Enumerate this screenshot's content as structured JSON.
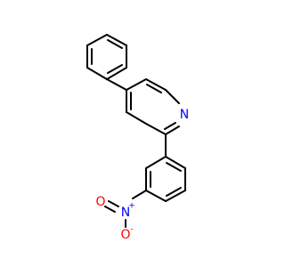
{
  "molecule": {
    "atoms": {
      "pyridine_nitrogen": "N",
      "nitro_nitrogen": "N",
      "nitro_oxygen_single": "O",
      "nitro_oxygen_double": "O",
      "positive_charge": "+",
      "negative_charge": "-"
    },
    "colors": {
      "bond": "#000000",
      "nitrogen": "#0000ff",
      "oxygen": "#ff0000",
      "background": "#ffffff"
    }
  }
}
